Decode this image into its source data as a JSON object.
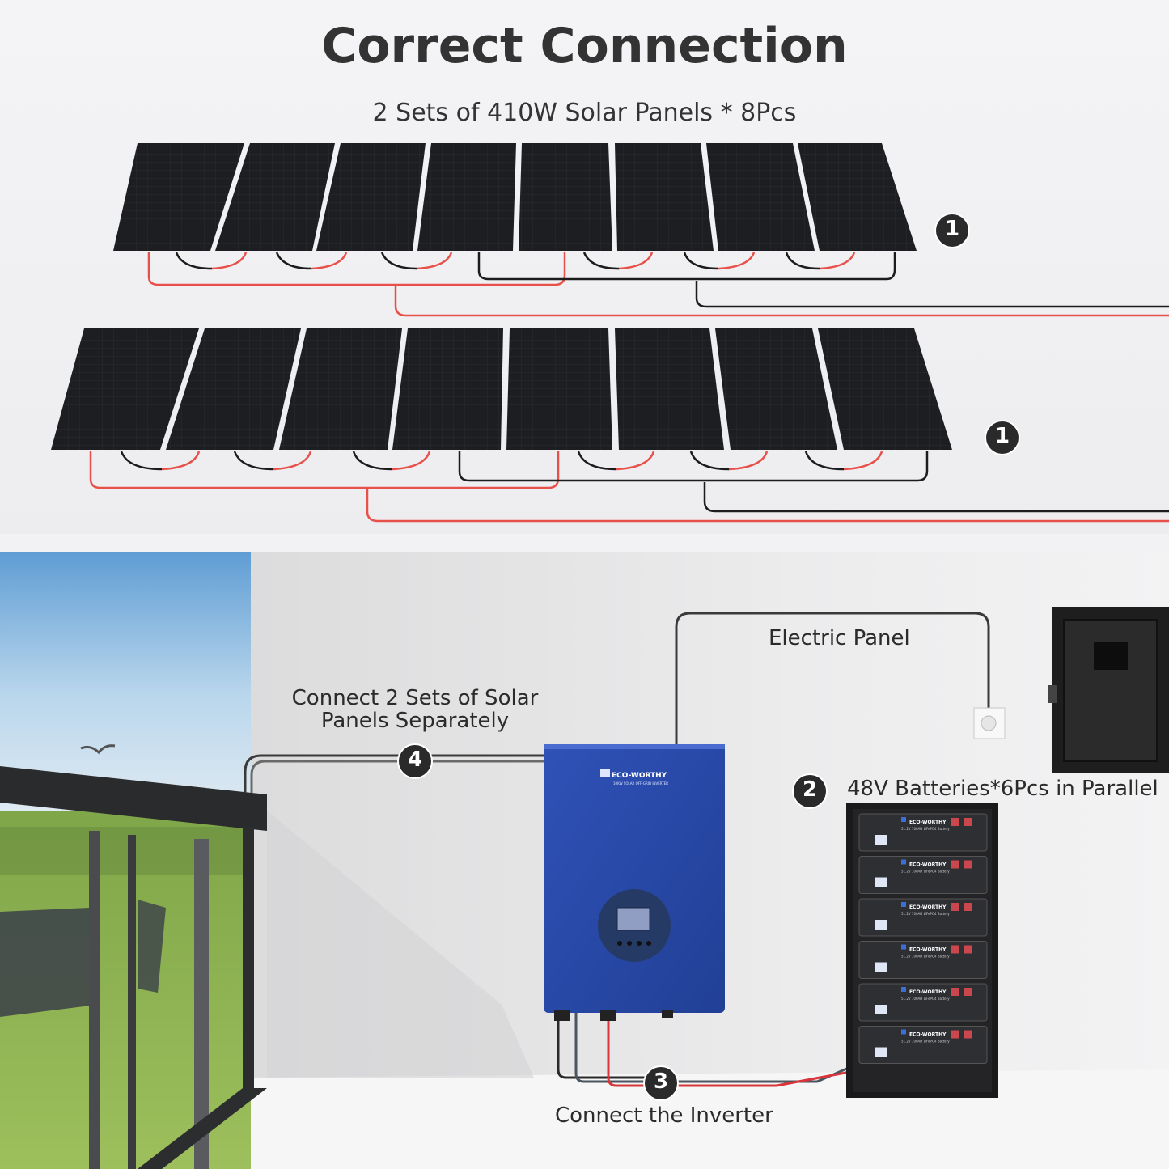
{
  "header": {
    "title": "Correct Connection",
    "subtitle": "2 Sets of 410W Solar Panels * 8Pcs"
  },
  "steps": {
    "panel_set_1_number": "1",
    "panel_set_2_number": "1",
    "batteries_number": "2",
    "inverter_number": "3",
    "solar_input_number": "4"
  },
  "labels": {
    "electric_panel": "Electric Panel",
    "connect_solar_line1": "Connect 2 Sets of Solar",
    "connect_solar_line2": "Panels Separately",
    "batteries": "48V Batteries*6Pcs in Parallel",
    "connect_inverter": "Connect the Inverter"
  },
  "inverter": {
    "brand": "ECO-WORTHY",
    "model": "10KW SOLAR OFF-GRID INVERTER"
  },
  "battery": {
    "brand": "ECO-WORTHY",
    "model": "51.2V 100AH LiFePO4 Battery",
    "count": 6
  },
  "colors": {
    "positive_wire": "#e8504a",
    "negative_wire": "#1c1c1c",
    "panel": "#1e1f22",
    "inverter": "#2a48a8",
    "badge": "#2a2a2a"
  }
}
